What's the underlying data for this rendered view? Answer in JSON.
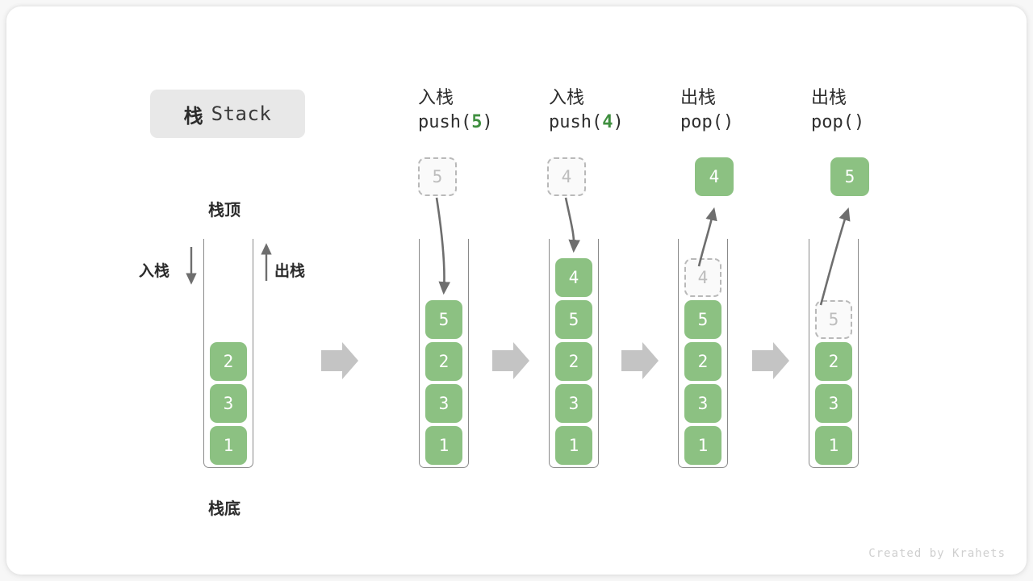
{
  "title": {
    "cn": "栈",
    "en": "Stack"
  },
  "labels": {
    "top": "栈顶",
    "bottom": "栈底",
    "push_side": "入栈",
    "pop_side": "出栈"
  },
  "watermark": "Created by Krahets",
  "colors": {
    "element_green": "#8cc182",
    "code_accent_green": "#3f8f3f",
    "ghost_border": "#b9b9b9",
    "ghost_text": "#bdbdbd",
    "container_stroke": "#8a8a8a",
    "flow_arrow": "#c4c4c4",
    "motion_arrow": "#6e6e6e",
    "title_chip_bg": "#e8e8e8",
    "card_bg": "#ffffff",
    "page_bg": "#f7f7f7"
  },
  "columns": [
    {
      "id": "initial",
      "head_cn": "",
      "head_code": "",
      "code_prefix": "",
      "code_num": "",
      "code_suffix": "",
      "stack": [
        "2",
        "3",
        "1"
      ],
      "ghost_index": -1,
      "float_box": null,
      "float_box_kind": ""
    },
    {
      "id": "push-5",
      "head_cn": "入栈",
      "head_code": "push(5)",
      "code_prefix": "push(",
      "code_num": "5",
      "code_suffix": ")",
      "stack": [
        "5",
        "2",
        "3",
        "1"
      ],
      "ghost_index": -1,
      "float_box": "5",
      "float_box_kind": "dashed"
    },
    {
      "id": "push-4",
      "head_cn": "入栈",
      "head_code": "push(4)",
      "code_prefix": "push(",
      "code_num": "4",
      "code_suffix": ")",
      "stack": [
        "4",
        "5",
        "2",
        "3",
        "1"
      ],
      "ghost_index": -1,
      "float_box": "4",
      "float_box_kind": "dashed"
    },
    {
      "id": "pop-4",
      "head_cn": "出栈",
      "head_code": "pop()",
      "code_prefix": "pop(",
      "code_num": "",
      "code_suffix": ")",
      "stack": [
        "4",
        "5",
        "2",
        "3",
        "1"
      ],
      "ghost_index": 0,
      "float_box": "4",
      "float_box_kind": "solid"
    },
    {
      "id": "pop-5",
      "head_cn": "出栈",
      "head_code": "pop()",
      "code_prefix": "pop(",
      "code_num": "",
      "code_suffix": ")",
      "stack": [
        "5",
        "2",
        "3",
        "1"
      ],
      "ghost_index": 0,
      "float_box": "5",
      "float_box_kind": "solid"
    }
  ]
}
